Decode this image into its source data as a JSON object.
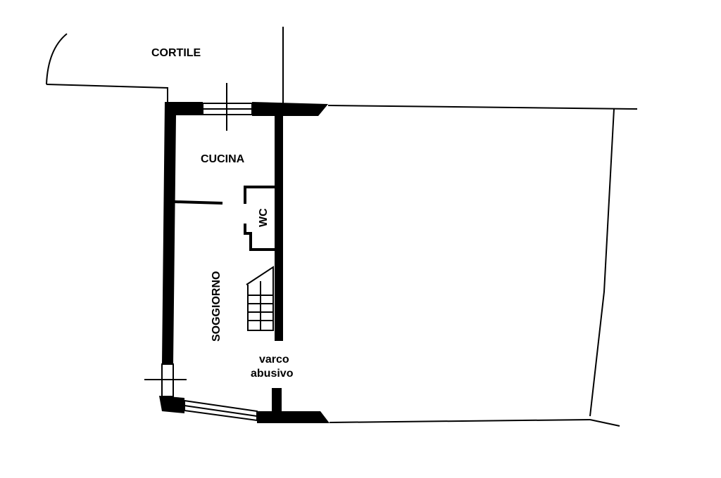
{
  "rooms": {
    "cortile": "CORTILE",
    "cucina": "CUCINA",
    "wc": "WC",
    "soggiorno": "SOGGIORNO",
    "varco_line1": "varco",
    "varco_line2": "abusivo"
  },
  "colors": {
    "wall": "#000000",
    "background": "#ffffff"
  }
}
